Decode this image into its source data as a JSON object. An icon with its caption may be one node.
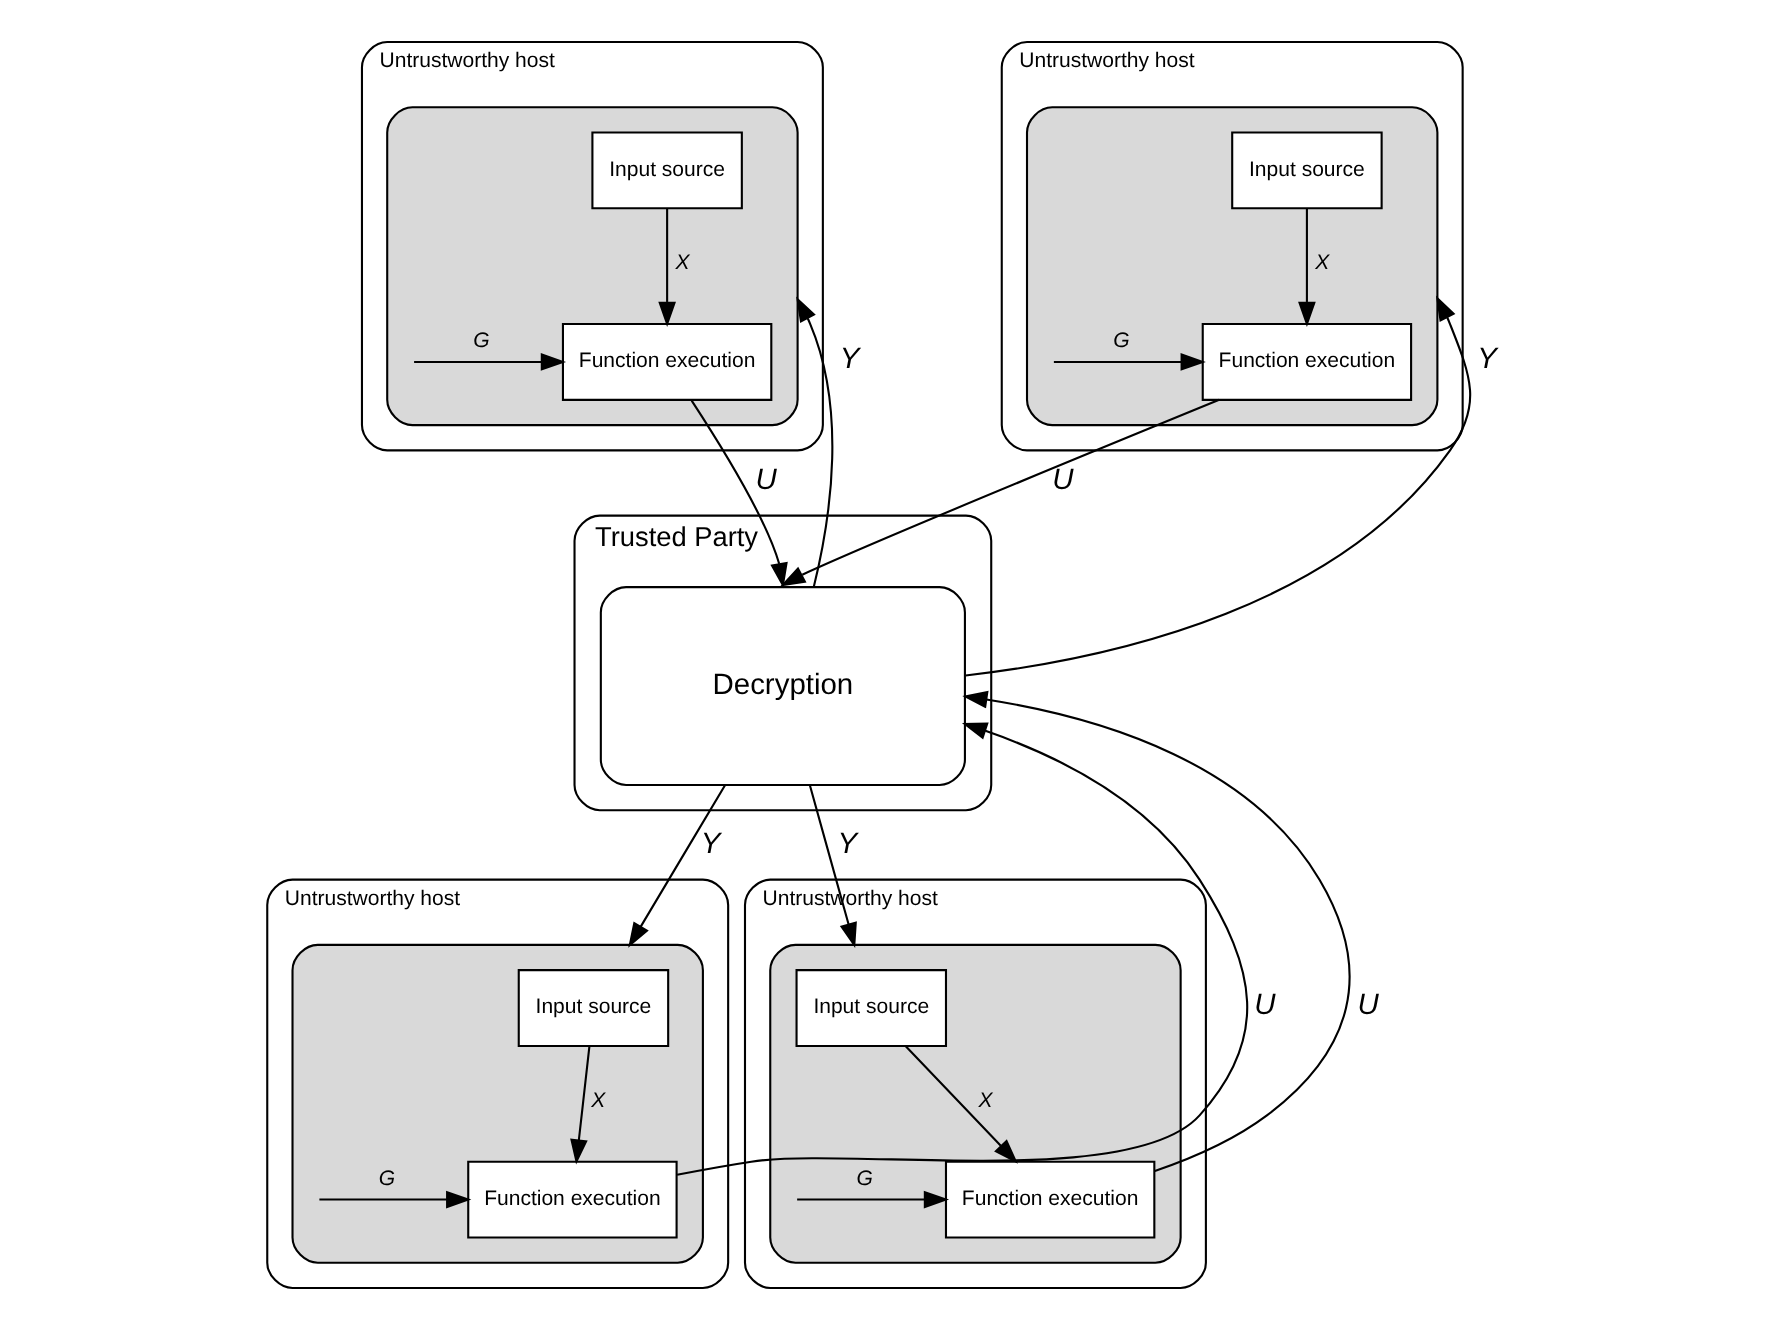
{
  "diagram": {
    "nodes": [
      {
        "text": [
          "Trusted Party"
        ]
      },
      {
        "text": [
          "Decryption"
        ],
        "in": 0
      },
      {
        "text": [
          "Untrustworthy host"
        ]
      },
      {
        "text": [],
        "shape": "box",
        "in": 2
      },
      {
        "text": [
          "Input source"
        ],
        "in": 3
      },
      {
        "text": [
          "Function execution"
        ],
        "in": 3
      },
      {
        "text": [
          "Untrustworthy host"
        ]
      },
      {
        "text": [],
        "shape": "box",
        "in": 6
      },
      {
        "text": [
          "Input source"
        ],
        "in": 7
      },
      {
        "text": [
          "Function execution"
        ],
        "in": 7
      },
      {
        "text": [
          "Untrustworthy host"
        ]
      },
      {
        "text": [],
        "shape": "box",
        "in": 10
      },
      {
        "text": [
          "Input source"
        ],
        "in": 11
      },
      {
        "text": [
          "Function execution"
        ],
        "in": 11
      },
      {
        "text": [
          "Untrustworthy host"
        ]
      },
      {
        "text": [],
        "shape": "box",
        "in": 14
      },
      {
        "text": [
          "Input source"
        ],
        "in": 15
      },
      {
        "text": [
          "Function execution"
        ],
        "in": 15
      }
    ],
    "edges": [
      {
        "from": 4,
        "to": 5,
        "arrow": "to",
        "label": "X"
      },
      {
        "from": null,
        "to": 5,
        "arrow": "to",
        "label": "G"
      },
      {
        "from": 5,
        "to": 1,
        "arrow": "to",
        "label": "U"
      },
      {
        "from": 1,
        "to": 3,
        "arrow": "to",
        "label": "Y"
      },
      {
        "from": 8,
        "to": 9,
        "arrow": "to",
        "label": "X"
      },
      {
        "from": null,
        "to": 9,
        "arrow": "to",
        "label": "G"
      },
      {
        "from": 9,
        "to": 1,
        "arrow": "to",
        "label": "U"
      },
      {
        "from": 1,
        "to": 7,
        "arrow": "to",
        "label": "Y"
      },
      {
        "from": 12,
        "to": 13,
        "arrow": "to",
        "label": "X"
      },
      {
        "from": null,
        "to": 13,
        "arrow": "to",
        "label": "G"
      },
      {
        "from": 13,
        "to": 1,
        "arrow": "to",
        "label": "U"
      },
      {
        "from": 1,
        "to": 11,
        "arrow": "to",
        "label": "Y"
      },
      {
        "from": 16,
        "to": 17,
        "arrow": "to",
        "label": "X"
      },
      {
        "from": null,
        "to": 17,
        "arrow": "to",
        "label": "G"
      },
      {
        "from": 17,
        "to": 1,
        "arrow": "to",
        "label": "U"
      },
      {
        "from": 1,
        "to": 15,
        "arrow": "to",
        "label": "Y"
      }
    ]
  }
}
